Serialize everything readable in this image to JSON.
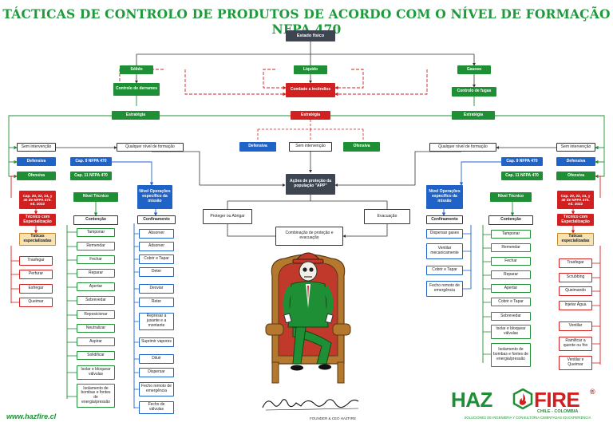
{
  "title": "TÁCTICAS DE CONTROLO DE PRODUTOS DE ACORDO COM O NÍVEL DE FORMAÇÃO NFPA 470",
  "colors": {
    "green": "#1e8f34",
    "red": "#d21f1f",
    "blue": "#1f63c9",
    "dark": "#3d4550",
    "title": "#1e9a3c"
  },
  "top": {
    "estado": "Estado físico",
    "solido": "Sólido",
    "liquido": "Líquido",
    "gasoso": "Gasoso",
    "controlo_derrames": "Controlo de derrames",
    "combate_incendios": "Combate a incêndios",
    "controlo_fugas": "Controlo de fugas",
    "estrategia": "Estratégia"
  },
  "center": {
    "defensiva": "Defensiva",
    "sem_intervencao": "Sem intervenção",
    "ofensiva": "Ofensiva",
    "acoes_protecao": "Ações de proteção da população \"APP\"",
    "proteger": "Proteger ou Abrigar",
    "evacuacao": "Evacuação",
    "combinacao": "Combinação de proteção e evacuação"
  },
  "left": {
    "sem_intervencao": "Sem intervenção",
    "qualquer_nivel": "Qualquer nível de formação",
    "defensiva": "Defensiva",
    "cap9": "Cap. 9 NFPA 470",
    "ofensiva": "Ofensiva",
    "cap11": "Cap. 11 NFPA 470",
    "caps": "Cap. 20, 22, 24, y 40 de NFPA 470. ed. 2022",
    "tecnico_esp": "Técnico com Especialização",
    "taticas_esp": "Táticas especializadas",
    "taticas_items": [
      "Trasfegar",
      "Perfurar",
      "Esfregar",
      "Queimar"
    ],
    "nivel_tecnico": "Nível Técnico",
    "contencao": "Contenção",
    "contencao_items": [
      "Tamponar",
      "Remendar",
      "Fechar",
      "Reparar",
      "Apertar",
      "Sobrevedar",
      "Reposicionar",
      "Neutralizar",
      "Aspirar",
      "Solidificar",
      "Isolar e bloquear válvulas",
      "Isolamento de bombas e fontes de energia/pressão"
    ],
    "nivel_operacoes": "Nível Operações específico da missão",
    "confinamento": "Confinamento",
    "confinamento_items": [
      "Absorver",
      "Adsorver",
      "Cobrir e Tapar",
      "Deter",
      "Desviar",
      "Reter",
      "Represar a jusante e a montante",
      "Suprimir vapores",
      "Diluir",
      "Dispersar",
      "Fecho remoto de emergência",
      "Fecho de válvulas"
    ]
  },
  "right": {
    "sem_intervencao": "Sem intervenção",
    "qualquer_nivel": "Qualquer nível de formação",
    "defensiva": "Defensiva",
    "cap9": "Cap. 9 NFPA 470",
    "ofensiva": "Ofensiva",
    "cap11": "Cap. 11 NFPA 470",
    "caps": "Cap. 20, 22, 24, y 40 de NFPA 470. ed. 2022",
    "tecnico_esp": "Técnico com Especialização",
    "taticas_esp": "Táticas especializadas",
    "taticas_items": [
      "Trasfegar",
      "Scrubbing",
      "Queimando",
      "Injetar Água",
      "Ventilar",
      "Ramificar a quente ou frio",
      "Ventilar e Queimar"
    ],
    "nivel_tecnico": "Nível Técnico",
    "contencao": "Contenção",
    "contencao_items": [
      "Tamponar",
      "Remendar",
      "Fechar",
      "Reparar",
      "Apertar",
      "Cobrir e Tapar",
      "Sobrevedar",
      "Isolar e bloquear válvulas",
      "Isolamento de bombas e fontes de energia/pressão"
    ],
    "nivel_operacoes": "Nível Operações específico da missão",
    "confinamento": "Confinamento",
    "confinamento_items": [
      "Dispersar gases",
      "Ventilar mecanicamente",
      "Cobrir e Tapar",
      "Fecho remoto de emergência"
    ]
  },
  "footer": {
    "website": "www.hazfire.cl",
    "signature_caption": "FOUNDER & CEO HAZFIRE",
    "logo_haz": "HAZ",
    "logo_fire": "FIRE",
    "logo_sub": "CHILE - COLOMBIA",
    "logo_tag": "SOLUCIONES DE INGENIERIA Y CONSULTORIA CIMENTADAS EN EXPERIENCIA"
  }
}
